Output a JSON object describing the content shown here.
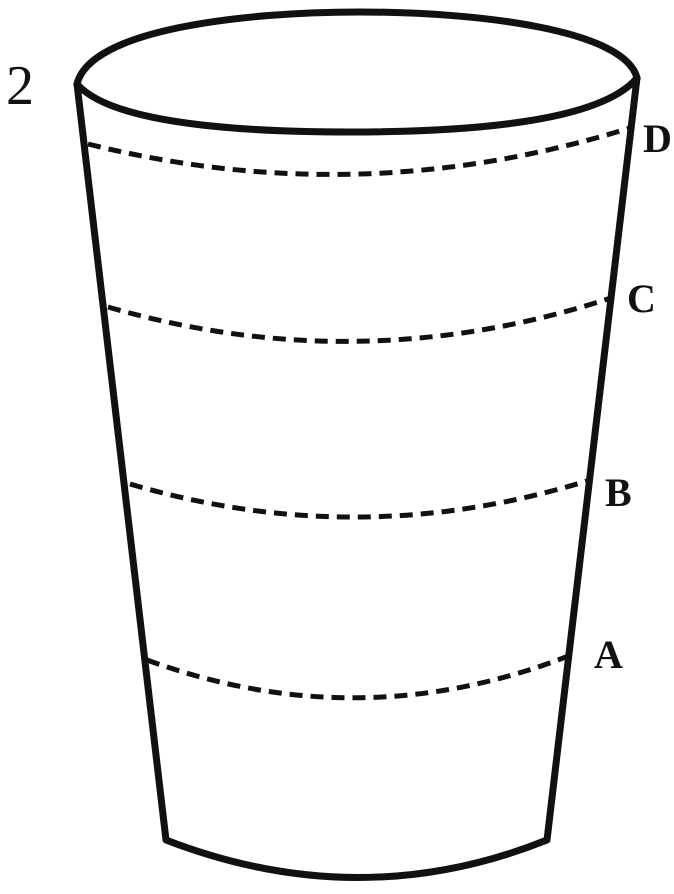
{
  "figure": {
    "number": "2",
    "levels": [
      {
        "id": "D",
        "label": "D"
      },
      {
        "id": "C",
        "label": "C"
      },
      {
        "id": "B",
        "label": "B"
      },
      {
        "id": "A",
        "label": "A"
      }
    ]
  }
}
